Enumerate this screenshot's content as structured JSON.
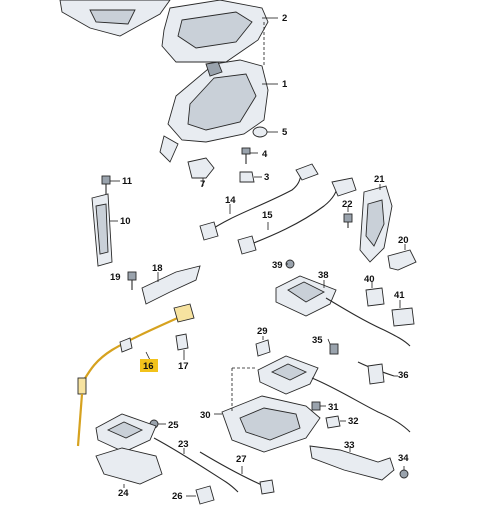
{
  "diagram": {
    "highlight_color": "#f2c21b",
    "labels": {
      "p1": "1",
      "p2": "2",
      "p3": "3",
      "p4": "4",
      "p5": "5",
      "p7": "7",
      "p10": "10",
      "p11": "11",
      "p14": "14",
      "p15": "15",
      "p16": "16",
      "p17": "17",
      "p18": "18",
      "p19": "19",
      "p20": "20",
      "p21": "21",
      "p22": "22",
      "p23": "23",
      "p24": "24",
      "p25": "25",
      "p26": "26",
      "p27": "27",
      "p29": "29",
      "p30": "30",
      "p31": "31",
      "p32": "32",
      "p33": "33",
      "p34": "34",
      "p35": "35",
      "p36": "36",
      "p38": "38",
      "p39": "39",
      "p40": "40",
      "p41": "41"
    }
  }
}
